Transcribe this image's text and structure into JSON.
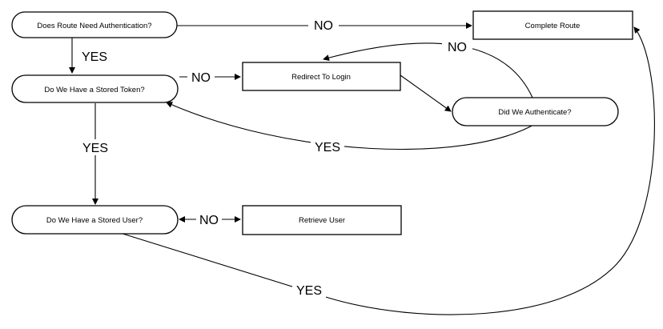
{
  "nodes": {
    "needs_auth": "Does Route Need Authentication?",
    "complete_route": "Complete Route",
    "stored_token": "Do We Have a Stored Token?",
    "redirect_login": "Redirect To Login",
    "did_authenticate": "Did We Authenticate?",
    "stored_user": "Do We Have a Stored User?",
    "retrieve_user": "Retrieve User"
  },
  "edges": {
    "auth_no": "NO",
    "auth_yes": "YES",
    "token_no": "NO",
    "token_yes": "YES",
    "authenticated_no": "NO",
    "authenticated_yes": "YES",
    "user_no": "NO",
    "user_yes": "YES"
  }
}
